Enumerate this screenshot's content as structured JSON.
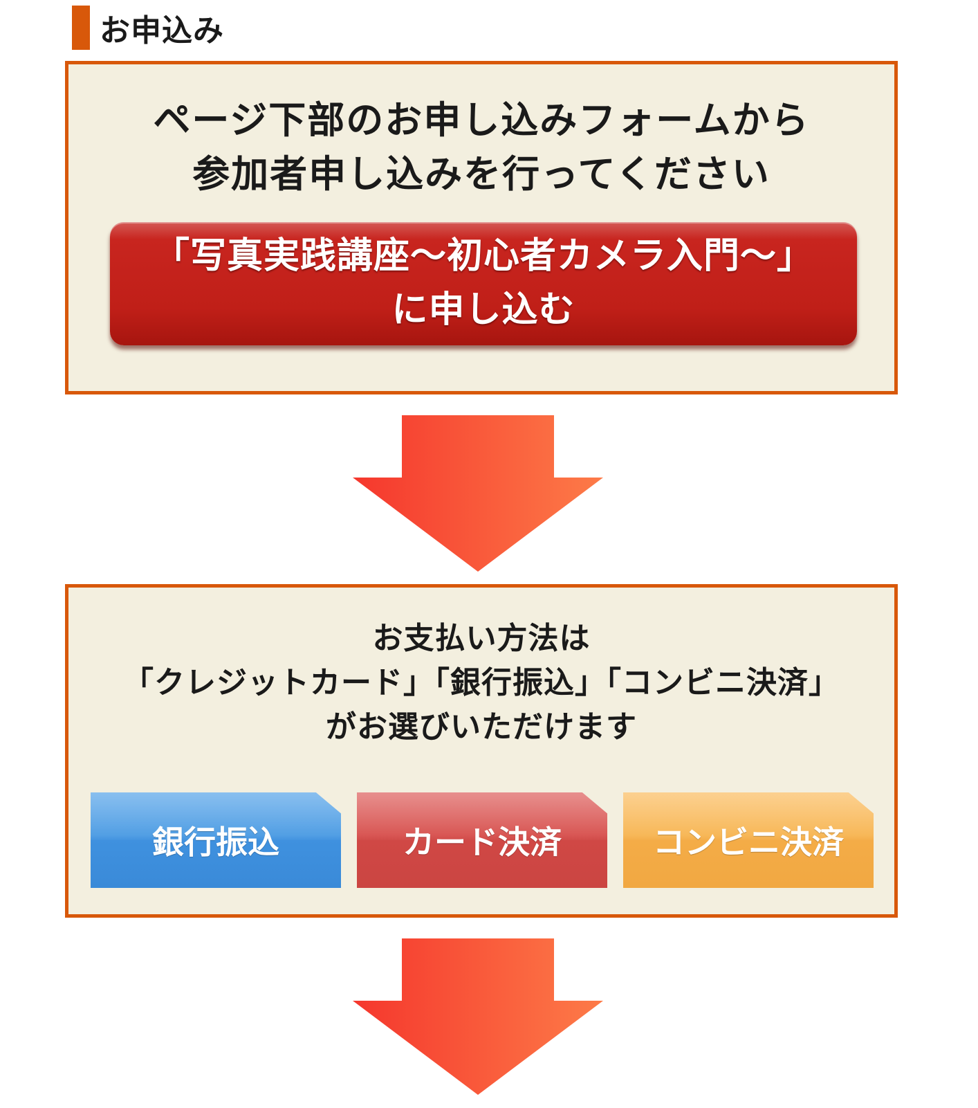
{
  "heading": {
    "title": "お申込み",
    "accent_color": "#d8580a"
  },
  "step1": {
    "line1": "ページ下部のお申し込みフォームから",
    "line2": "参加者申し込みを行ってください",
    "button_line1": "「写真実践講座～初心者カメラ入門～」",
    "button_line2": "に申し込む",
    "button_color": "#c01f18"
  },
  "step2": {
    "line1": "お支払い方法は",
    "line2": "「クレジットカード」「銀行振込」「コンビニ決済」",
    "line3": "がお選びいただけます",
    "payment_options": [
      {
        "label": "銀行振込",
        "color": "#3f91df"
      },
      {
        "label": "カード決済",
        "color": "#d04845"
      },
      {
        "label": "コンビニ決済",
        "color": "#f4ac47"
      }
    ]
  },
  "arrow_icon": "down-arrow-icon",
  "panel_colors": {
    "background": "#f3efdf",
    "border": "#d8580a"
  },
  "arrow_gradient": [
    "#f5372d",
    "#fd7b48"
  ]
}
